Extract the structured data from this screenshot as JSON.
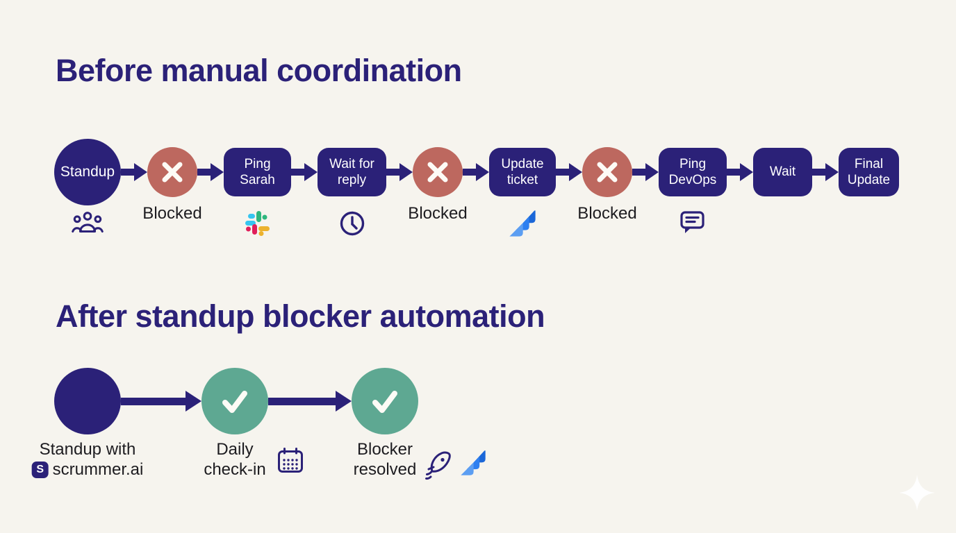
{
  "colors": {
    "background": "#f6f4ee",
    "navy": "#2b2178",
    "blocked_red": "#bd685f",
    "success_green": "#5ea892",
    "label_dark": "#1d1c20",
    "node_text": "#ffffff",
    "jira_dark": "#1b67d8",
    "jira_mid": "#2d7ff0",
    "jira_light": "#5c9ef2",
    "slack_blue": "#36C5F0",
    "slack_green": "#2EB67D",
    "slack_red": "#E01E5A",
    "slack_yellow": "#ECB22E"
  },
  "before": {
    "title": "Before manual coordination",
    "nodes": {
      "standup": {
        "label": "Standup",
        "icon": "team-group-icon"
      },
      "blocked": {
        "label": "Blocked",
        "icon": "x-cross-icon"
      },
      "ping_sarah": {
        "label": "Ping Sarah",
        "icon": "slack-icon"
      },
      "wait_reply": {
        "label": "Wait for reply",
        "icon": "clock-icon"
      },
      "update_ticket": {
        "label": "Update ticket",
        "icon": "jira-icon"
      },
      "ping_devops": {
        "label": "Ping DevOps",
        "icon": "chat-bubble-icon"
      },
      "wait": {
        "label": "Wait"
      },
      "final_update": {
        "label": "Final Update"
      }
    }
  },
  "after": {
    "title": "After standup blocker automation",
    "nodes": {
      "standup_auto": {
        "line1": "Standup with",
        "line2": "scrummer.ai",
        "logo_letter": "S",
        "icon": "scrummer-logo-icon"
      },
      "daily_checkin": {
        "line1": "Daily",
        "line2": "check-in",
        "icon": "calendar-icon",
        "status_icon": "checkmark-icon"
      },
      "blocker_resolved": {
        "line1": "Blocker",
        "line2": "resolved",
        "icon": "rocket-icon, jira-icon",
        "status_icon": "checkmark-icon"
      }
    }
  },
  "decoration": {
    "sparkle": "four-point-star-icon"
  }
}
